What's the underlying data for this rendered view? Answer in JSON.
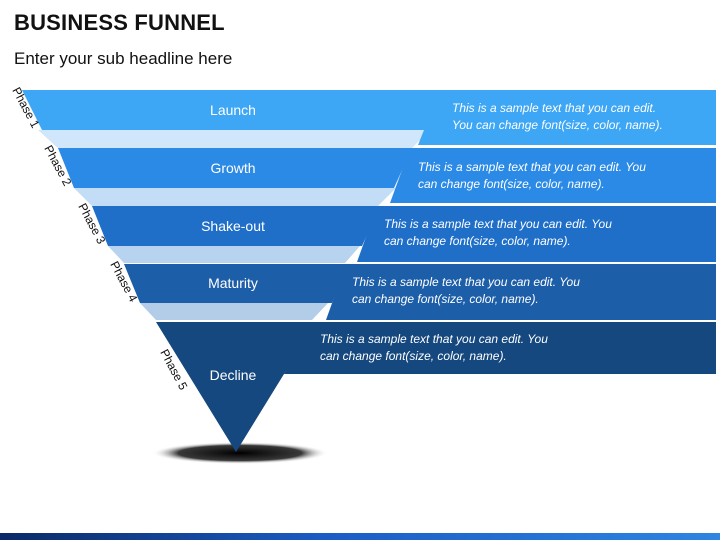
{
  "title": "BUSINESS FUNNEL",
  "subtitle": "Enter your sub headline here",
  "stages": [
    {
      "name": "Launch",
      "phase": "Phase 1",
      "line1": "This is a sample text that you can edit.",
      "line2": "You can change font(size, color, name).",
      "color": "#3da6f5"
    },
    {
      "name": "Growth",
      "phase": "Phase 2",
      "line1": "This is a sample text that you can edit. You",
      "line2": "can change font(size, color, name).",
      "color": "#2a8ae6"
    },
    {
      "name": "Shake-out",
      "phase": "Phase 3",
      "line1": "This is a sample text that you can edit. You",
      "line2": "can change font(size, color, name).",
      "color": "#1f6fc9"
    },
    {
      "name": "Maturity",
      "phase": "Phase 4",
      "line1": "This is a sample text that you can edit. You",
      "line2": "can change font(size, color, name).",
      "color": "#1d5ea8"
    },
    {
      "name": "Decline",
      "phase": "Phase 5",
      "line1": "This is a sample text that you can edit. You",
      "line2": "can change font(size, color, name).",
      "color": "#15487f"
    }
  ]
}
